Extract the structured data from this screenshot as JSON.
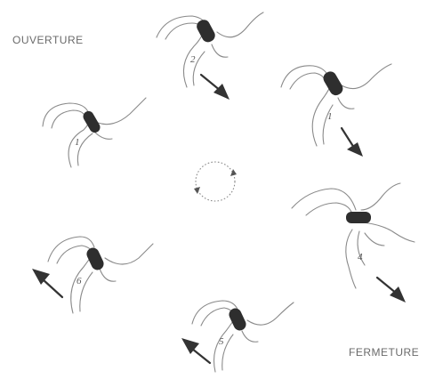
{
  "labels": {
    "opening": "OUVERTURE",
    "closing": "FERMETURE"
  },
  "stages": [
    {
      "id": "stage-1-left",
      "number": "1"
    },
    {
      "id": "stage-2-top",
      "number": "2"
    },
    {
      "id": "stage-1-right",
      "number": "1"
    },
    {
      "id": "stage-4-right",
      "number": "4"
    },
    {
      "id": "stage-5-bottom",
      "number": "5"
    },
    {
      "id": "stage-6-left",
      "number": "6"
    }
  ],
  "colors": {
    "line": "#8a8a8a",
    "capsule": "#2e2e2e",
    "arrow": "#333333"
  }
}
